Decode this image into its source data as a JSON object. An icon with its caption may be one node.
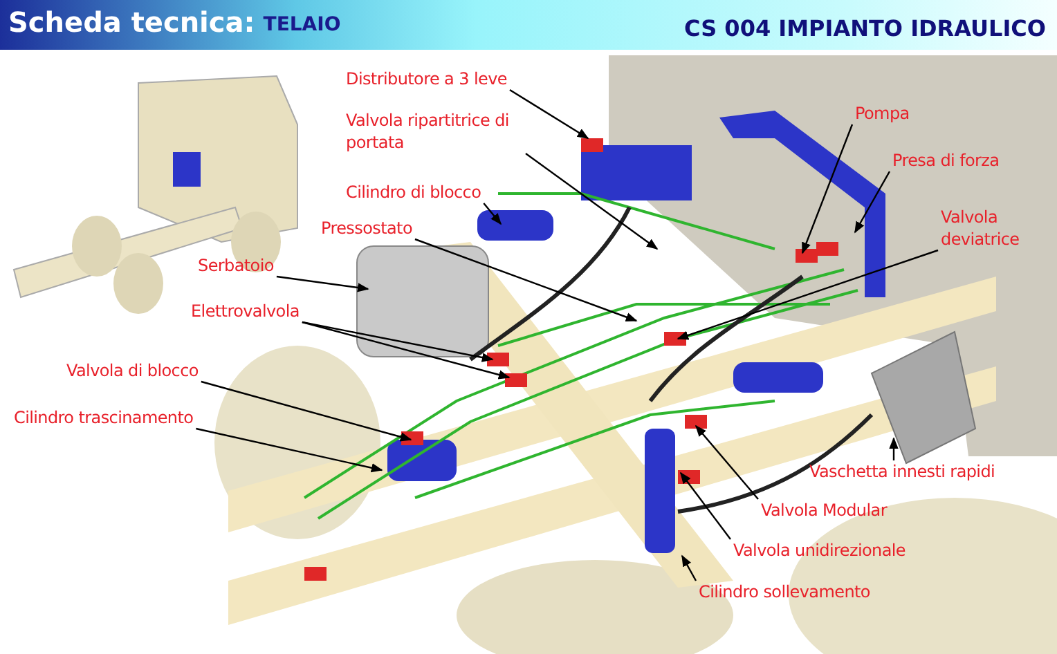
{
  "diagram": {
    "title": "Scheda tecnica:",
    "nodes": [
      {
        "text": [
          "Distributore a 3 leve"
        ]
      },
      {
        "text": [
          "Valvola ripartitrice di portata"
        ]
      },
      {
        "text": [
          "Cilindro di blocco"
        ]
      },
      {
        "text": [
          "Pressostato"
        ]
      },
      {
        "text": [
          "Serbatoio"
        ]
      },
      {
        "text": [
          "Elettrovalvola"
        ]
      },
      {
        "text": [
          "Pompa"
        ]
      },
      {
        "text": [
          "Presa di forza"
        ]
      },
      {
        "text": [
          "Valvola deviatrice"
        ]
      },
      {
        "text": [
          "Valvola di blocco"
        ]
      },
      {
        "text": [
          "Cilindro trascinamento"
        ]
      },
      {
        "text": [
          "Vaschetta innesti rapidi"
        ]
      },
      {
        "text": [
          "Valvola Modular"
        ]
      },
      {
        "text": [
          "Valvola unidirezionale"
        ]
      },
      {
        "text": [
          "Cilindro sollevamento"
        ]
      }
    ],
    "edges": [
      {
        "from": 0,
        "to": null,
        "arrow": "to"
      },
      {
        "from": 1,
        "to": null,
        "arrow": "to"
      },
      {
        "from": 2,
        "to": null,
        "arrow": "to"
      },
      {
        "from": 3,
        "to": null,
        "arrow": "to"
      },
      {
        "from": 4,
        "to": null,
        "arrow": "to"
      },
      {
        "from": 5,
        "to": null,
        "arrow": "to"
      },
      {
        "from": 5,
        "to": null,
        "arrow": "to"
      },
      {
        "from": 6,
        "to": null,
        "arrow": "to"
      },
      {
        "from": 7,
        "to": null,
        "arrow": "to"
      },
      {
        "from": 8,
        "to": null,
        "arrow": "to"
      },
      {
        "from": 9,
        "to": null,
        "arrow": "to"
      },
      {
        "from": 10,
        "to": null,
        "arrow": "to"
      },
      {
        "from": 11,
        "to": null,
        "arrow": "to"
      },
      {
        "from": 12,
        "to": null,
        "arrow": "to"
      },
      {
        "from": 13,
        "to": null,
        "arrow": "to"
      },
      {
        "from": 14,
        "to": null,
        "arrow": "to"
      }
    ],
    "labels": [
      "TELAIO",
      "CS 004 IMPIANTO IDRAULICO"
    ]
  }
}
